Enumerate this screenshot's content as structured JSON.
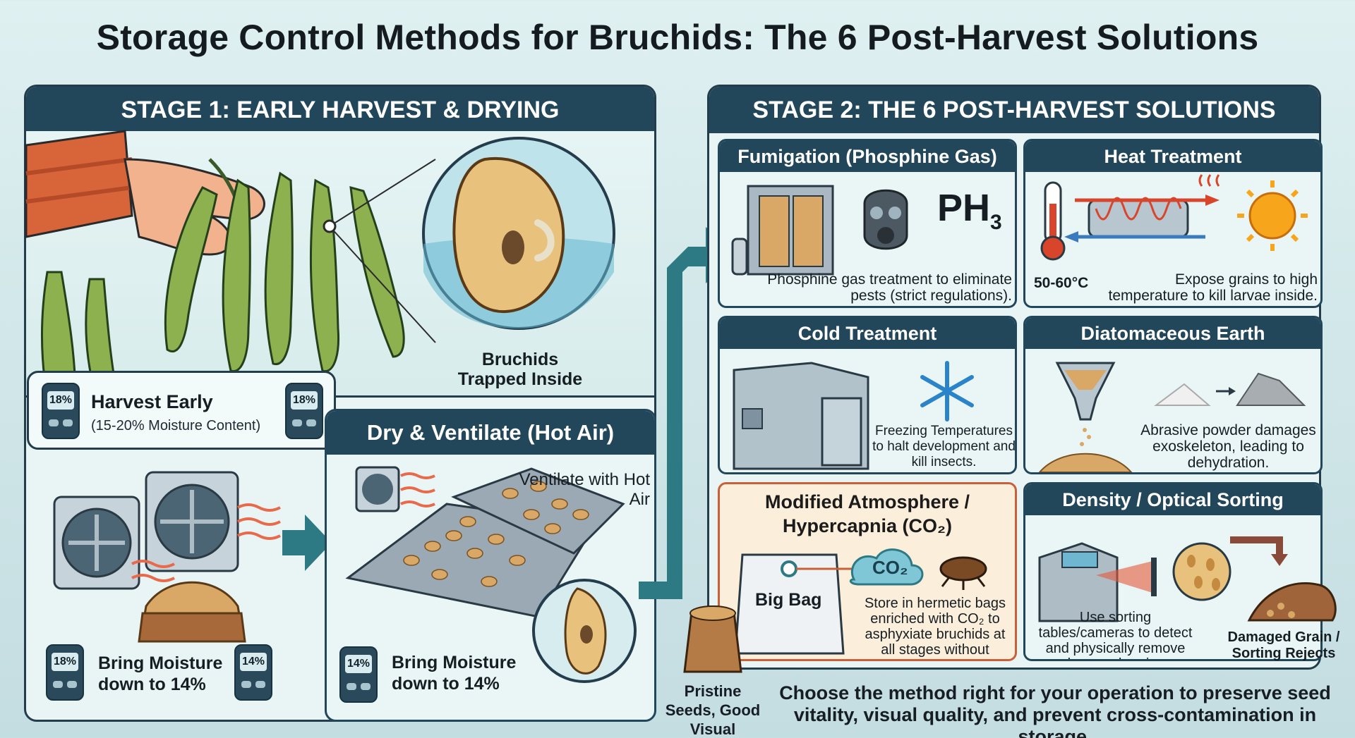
{
  "title": "Storage Control Methods for Bruchids: The 6 Post-Harvest Solutions",
  "stage1": {
    "header": "STAGE 1: EARLY HARVEST & DRYING",
    "trapped": "Bruchids Trapped Inside",
    "harvest_title": "Harvest Early",
    "harvest_sub": "(15-20% Moisture Content)",
    "harvest_meter_left": "18%",
    "harvest_meter_right": "18%",
    "bring_left": "Bring Moisture down to 14%",
    "bring_left_meter1": "18%",
    "bring_left_meter2": "14%",
    "dry_header": "Dry & Ventilate (Hot Air)",
    "ventilate": "Ventilate with Hot Air",
    "bring_right": "Bring Moisture down to 14%",
    "bring_right_meter": "14%"
  },
  "stage2": {
    "header": "STAGE 2: THE 6 POST-HARVEST SOLUTIONS",
    "fumigation": {
      "title": "Fumigation (Phosphine Gas)",
      "formula": "PH",
      "formula_sub": "3",
      "desc": "Phosphine gas treatment to eliminate pests (strict regulations)."
    },
    "heat": {
      "title": "Heat Treatment",
      "temp": "50-60°C",
      "desc": "Expose grains to high temperature to kill larvae inside."
    },
    "cold": {
      "title": "Cold Treatment",
      "desc": "Freezing Temperatures to halt development and kill insects."
    },
    "diatom": {
      "title": "Diatomaceous Earth",
      "desc": "Abrasive powder damages exoskeleton, leading to dehydration."
    },
    "modified": {
      "title": "Modified Atmosphere / Hypercapnia (CO₂)",
      "bag": "Big Bag",
      "co2": "CO₂",
      "desc": "Store in hermetic bags enriched with CO₂ to asphyxiate bruchids at all stages without chemicals."
    },
    "sorting": {
      "title": "Density / Optical Sorting",
      "desc": "Use sorting tables/cameras to detect and physically remove damaged grains.",
      "rejects": "Damaged Grain / Sorting Rejects"
    }
  },
  "footer": {
    "pristine": "Pristine Seeds, Good Visual",
    "message": "Choose the method right for your operation to preserve seed vitality, visual quality, and prevent cross-contamination in storage."
  },
  "colors": {
    "header": "#23475a",
    "border": "#233d4d",
    "highlight_border": "#c9603a",
    "arrow": "#2e7a84"
  }
}
